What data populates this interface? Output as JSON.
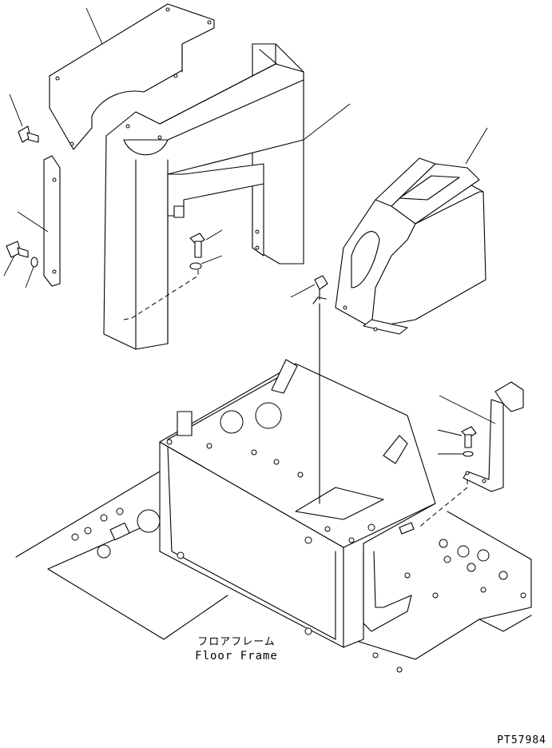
{
  "labels": {
    "floor_frame_jp": "フロアフレーム",
    "floor_frame_en": "Floor Frame",
    "drawing_number": "PT57984"
  },
  "parts": [
    "top-cover-plate",
    "rear-column-cover",
    "console-cover",
    "side-bracket",
    "mounting-bracket",
    "bolt",
    "washer",
    "clip",
    "operator-floor-box",
    "floor-frame"
  ]
}
